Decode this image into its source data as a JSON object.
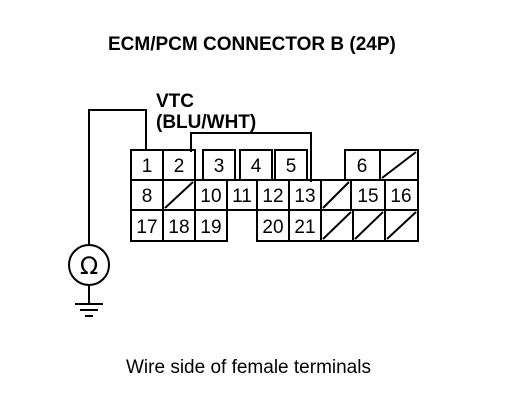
{
  "title": "ECM/PCM CONNECTOR B (24P)",
  "signal_label": "VTC",
  "wire_color_label": "(BLU/WHT)",
  "meter_symbol": "Ω",
  "caption": "Wire side of female terminals",
  "terminals": {
    "t1": "1",
    "t2": "2",
    "t3": "3",
    "t4": "4",
    "t5": "5",
    "t6": "6",
    "t8": "8",
    "t10": "10",
    "t11": "11",
    "t12": "12",
    "t13": "13",
    "t15": "15",
    "t16": "16",
    "t17": "17",
    "t18": "18",
    "t19": "19",
    "t20": "20",
    "t21": "21"
  }
}
